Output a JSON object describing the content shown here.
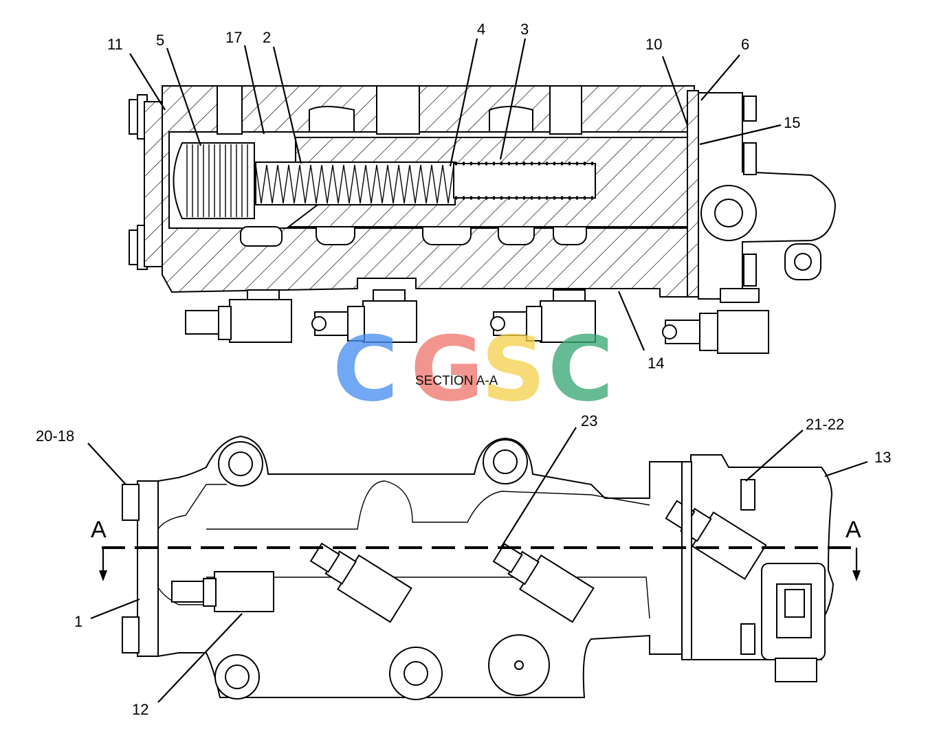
{
  "section_label": "SECTION A-A",
  "section_markers": {
    "left": "A",
    "right": "A"
  },
  "watermark": {
    "letters": [
      "C",
      "G",
      "S",
      "C"
    ],
    "colors": [
      "#4a8ff0",
      "#f07870",
      "#f5d250",
      "#3aa875"
    ]
  },
  "callouts_top": {
    "n11": "11",
    "n5": "5",
    "n17": "17",
    "n2": "2",
    "n4": "4",
    "n3": "3",
    "n10": "10",
    "n6": "6",
    "n15": "15",
    "n14": "14"
  },
  "callouts_bottom": {
    "n20_18": "20-18",
    "n23": "23",
    "n21_22": "21-22",
    "n13": "13",
    "n1": "1",
    "n12": "12"
  }
}
